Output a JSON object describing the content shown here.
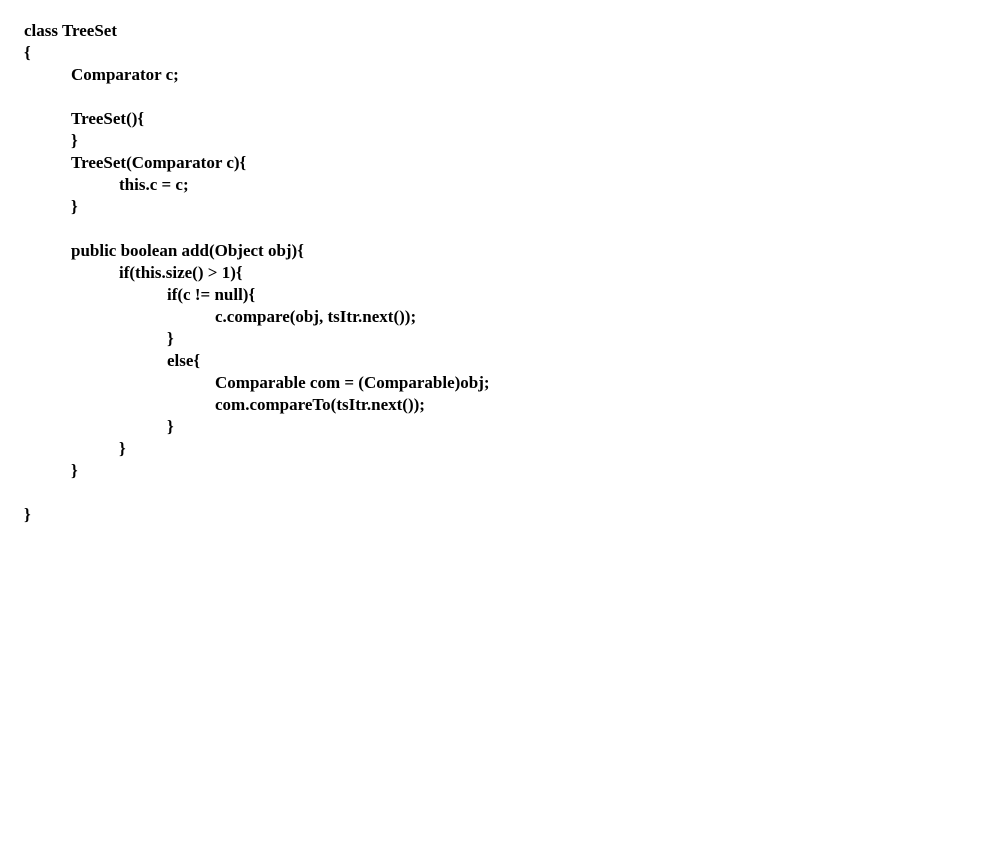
{
  "document": {
    "lines": [
      {
        "indent": 0,
        "text": "class TreeSet"
      },
      {
        "indent": 0,
        "text": "{"
      },
      {
        "indent": 1,
        "text": "Comparator c;"
      },
      {
        "indent": 0,
        "text": ""
      },
      {
        "indent": 1,
        "text": "TreeSet(){"
      },
      {
        "indent": 1,
        "text": "}"
      },
      {
        "indent": 1,
        "text": "TreeSet(Comparator c){"
      },
      {
        "indent": 2,
        "text": "this.c = c;"
      },
      {
        "indent": 1,
        "text": "}"
      },
      {
        "indent": 0,
        "text": ""
      },
      {
        "indent": 1,
        "text": "public boolean add(Object obj){"
      },
      {
        "indent": 2,
        "text": "if(this.size() > 1){"
      },
      {
        "indent": 3,
        "text": "if(c != null){"
      },
      {
        "indent": 4,
        "text": "c.compare(obj, tsItr.next());"
      },
      {
        "indent": 3,
        "text": "}"
      },
      {
        "indent": 3,
        "text": "else{"
      },
      {
        "indent": 4,
        "text": "Comparable com = (Comparable)obj;"
      },
      {
        "indent": 4,
        "text": "com.compareTo(tsItr.next());"
      },
      {
        "indent": 3,
        "text": "}"
      },
      {
        "indent": 2,
        "text": "}"
      },
      {
        "indent": 1,
        "text": "}"
      },
      {
        "indent": 0,
        "text": ""
      },
      {
        "indent": 0,
        "text": "}"
      }
    ]
  }
}
